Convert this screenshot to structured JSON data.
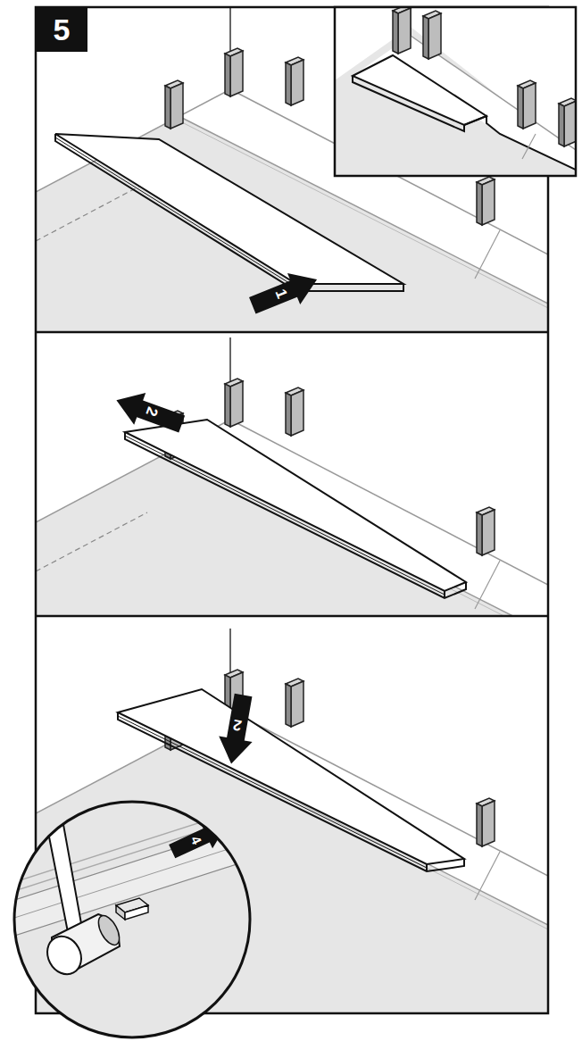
{
  "diagram": {
    "labels": [
      "5",
      "1",
      "2",
      "2",
      "4"
    ]
  }
}
